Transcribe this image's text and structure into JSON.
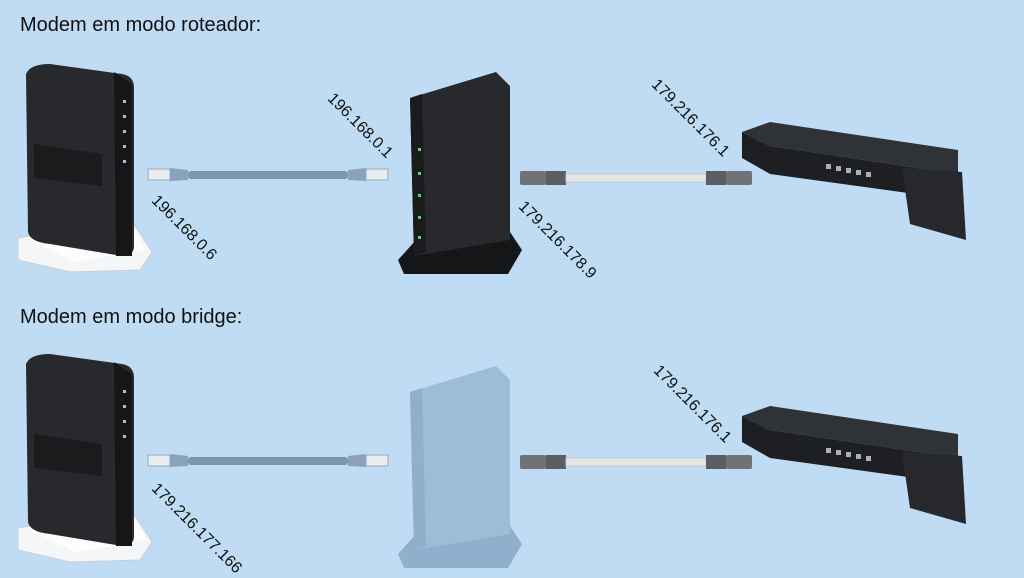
{
  "router_mode": {
    "title": "Modem em modo roteador:",
    "router_ip": "196.168.0.6",
    "modem_lan_ip": "196.168.0.1",
    "modem_wan_ip": "179.216.178.9",
    "isp_ip": "179.216.176.1"
  },
  "bridge_mode": {
    "title": "Modem em modo bridge:",
    "router_ip": "179.216.177.166",
    "isp_ip": "179.216.176.1"
  },
  "colors": {
    "background": "#c0dcf5",
    "device_dark": "#1f2124",
    "ethernet_cable": "#7f95ad",
    "coax_cable": "#e6e6e6",
    "ghost_modem": "#9cbcd8"
  }
}
